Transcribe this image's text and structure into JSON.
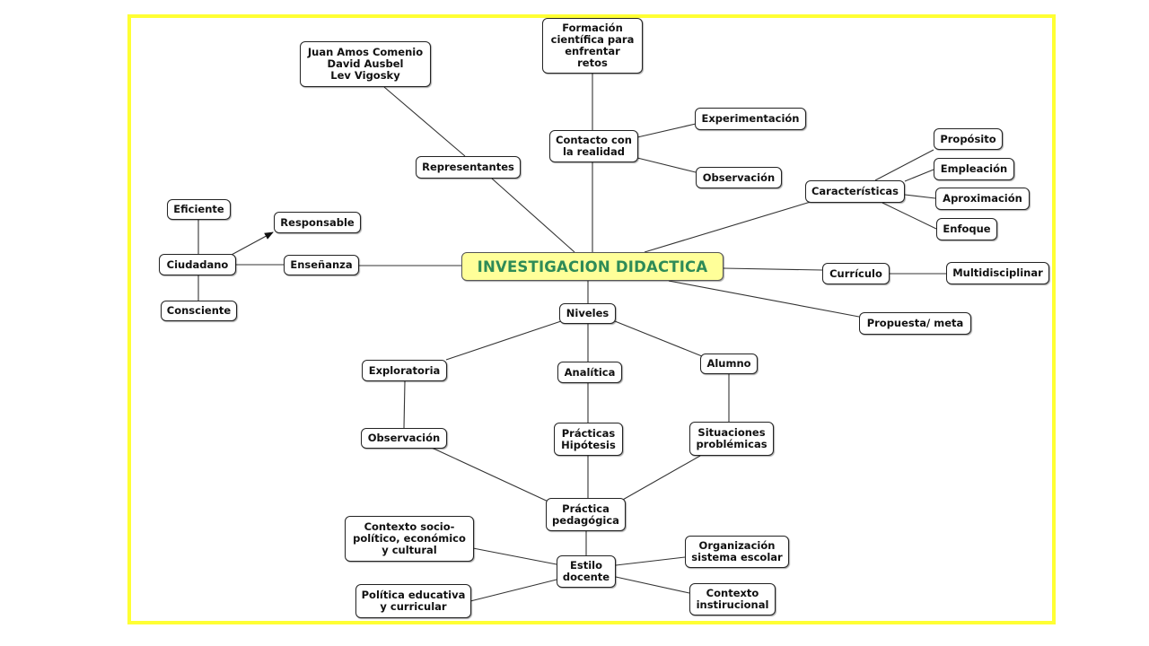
{
  "diagram": {
    "colors": {
      "frame": "#ffff33",
      "root_fill": "#ffff99",
      "root_text": "#2e8b57",
      "node_border": "#222222",
      "line": "#333333"
    },
    "nodes": {
      "root": "INVESTIGACION DIDACTICA",
      "representantes": "Representantes",
      "autores": "Juan Amos Comenio\nDavid Ausbel\nLev Vigosky",
      "contacto": "Contacto con\nla realidad",
      "formacion": "Formación\ncientífica para\nenfrentar\nretos",
      "experimentacion": "Experimentación",
      "observacion_top": "Observación",
      "caracteristicas": "Características",
      "proposito": "Propósito",
      "empleacion": "Empleación",
      "aproximacion": "Aproximación",
      "enfoque": "Enfoque",
      "curriculo": "Currículo",
      "multidisciplinar": "Multidisciplinar",
      "propuesta": "Propuesta/ meta",
      "ensenanza": "Enseñanza",
      "ciudadano": "Ciudadano",
      "eficiente": "Eficiente",
      "responsable": "Responsable",
      "consciente": "Consciente",
      "niveles": "Niveles",
      "exploratoria": "Exploratoria",
      "analitica": "Analítica",
      "alumno": "Alumno",
      "observacion_low": "Observación",
      "practicas_hipotesis": "Prácticas\nHipótesis",
      "situaciones": "Situaciones\nproblémicas",
      "practica_pedagogica": "Práctica\npedagógica",
      "estilo_docente": "Estilo\ndocente",
      "contexto_socio": "Contexto socio-\npolítico, económico\ny cultural",
      "politica": "Política educativa\ny curricular",
      "organizacion": "Organización\nsistema escolar",
      "contexto_inst": "Contexto\ninstirucional"
    }
  }
}
